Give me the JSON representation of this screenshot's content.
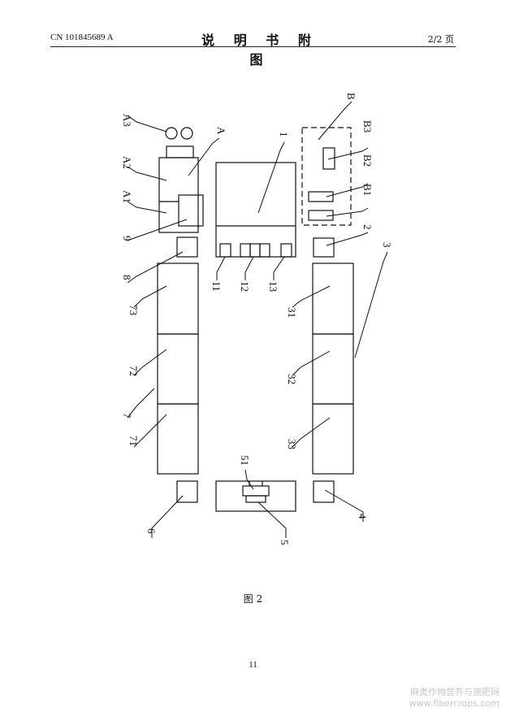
{
  "header": {
    "left": "CN 101845689 A",
    "center": "说 明 书 附 图",
    "right": "2/2 页"
  },
  "diagram": {
    "labels": {
      "A": "A",
      "A1": "A1",
      "A2": "A2",
      "A3": "A3",
      "B": "B",
      "B1": "B1",
      "B2": "B2",
      "B3": "B3",
      "n1": "1",
      "n2": "2",
      "n3": "3",
      "n4": "4",
      "n5": "5",
      "n51": "51",
      "n6": "6",
      "n7": "7",
      "n71": "71",
      "n72": "72",
      "n73": "73",
      "n8": "8",
      "n9": "9",
      "n11": "11",
      "n12": "12",
      "n13": "13",
      "n31": "31",
      "n32": "32",
      "n33": "33"
    }
  },
  "caption": "图 2",
  "page_number": "11",
  "watermark": {
    "line1": "麻类作物营养与施肥网",
    "line2": "www.fibercrops.com"
  }
}
